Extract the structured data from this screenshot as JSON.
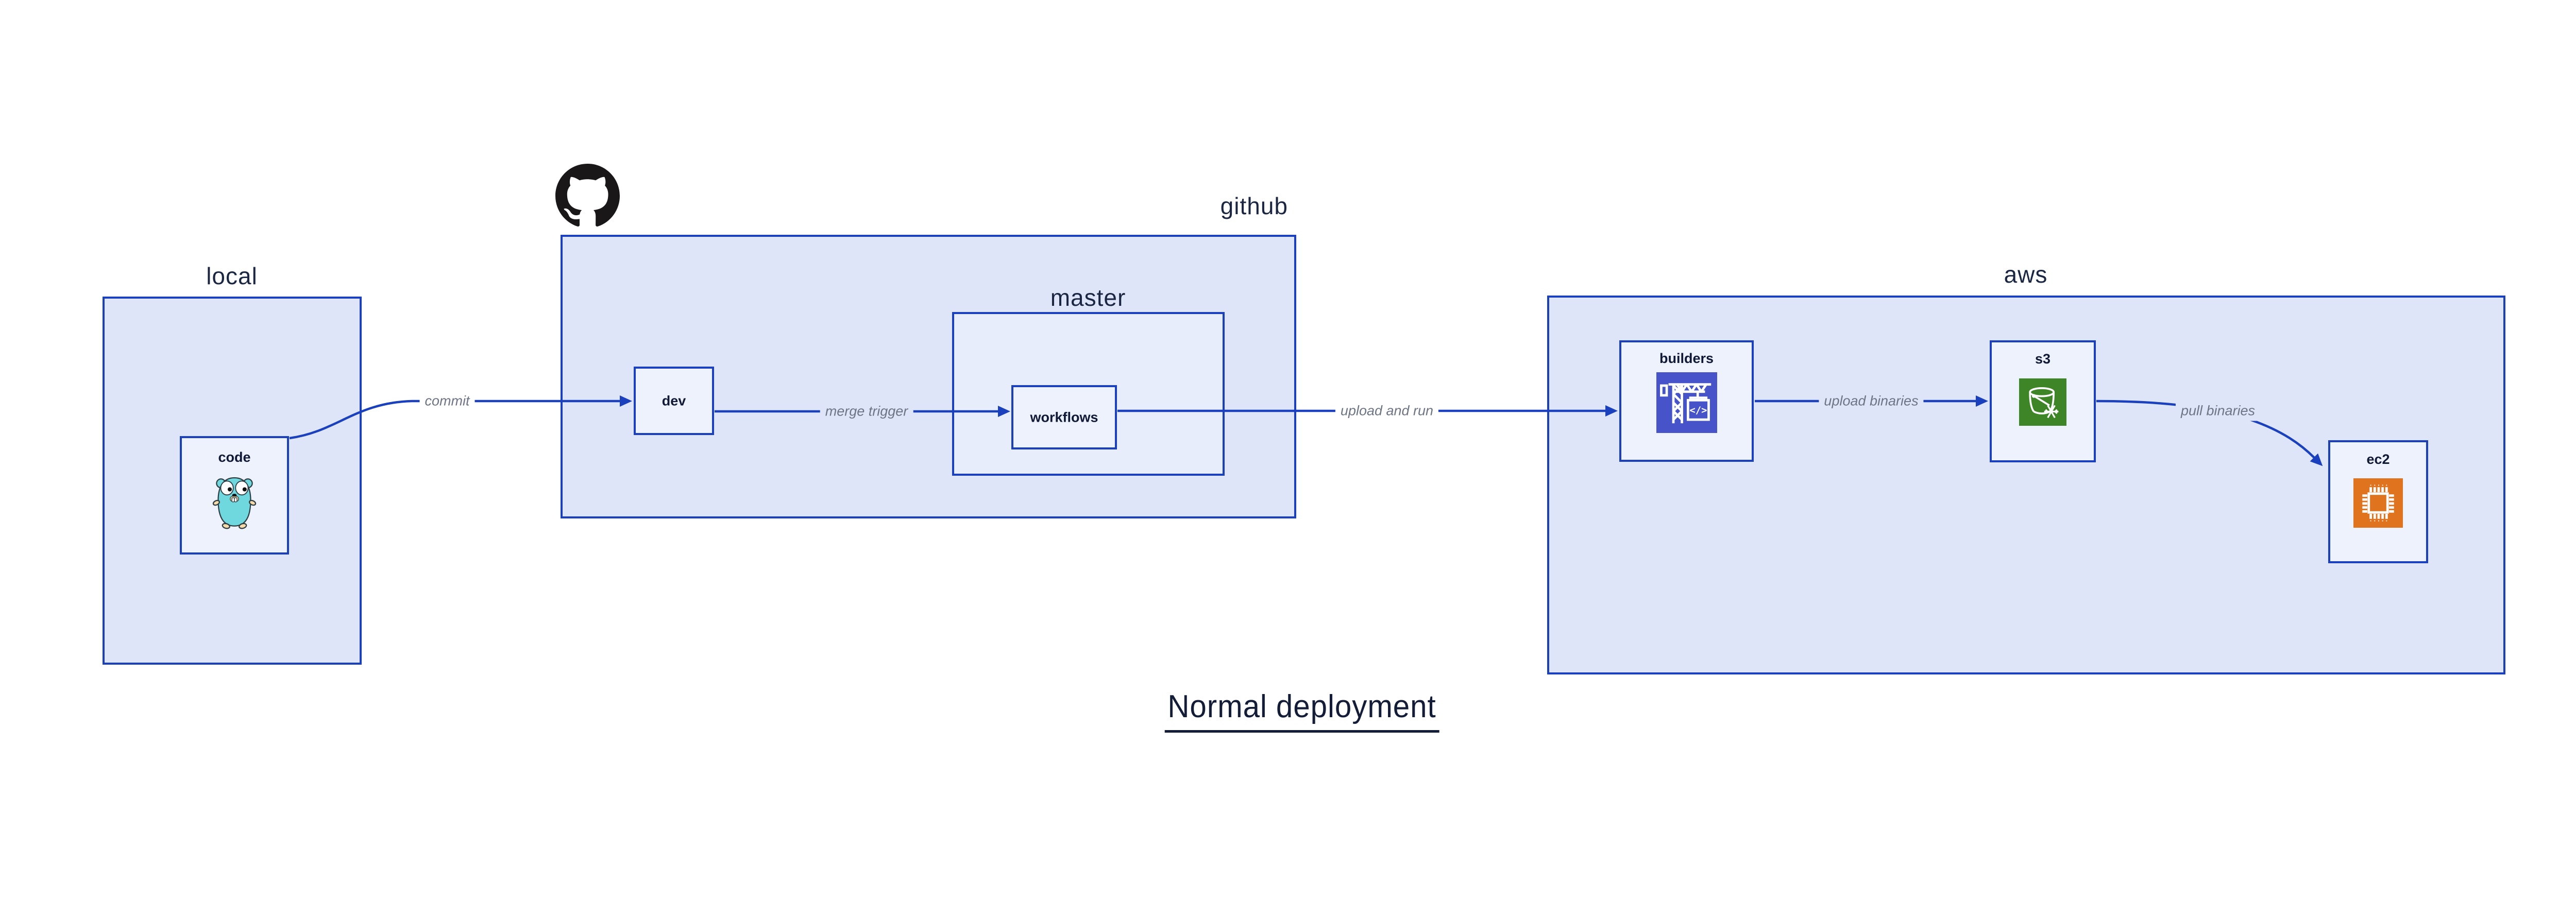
{
  "title": {
    "text": "Normal deployment"
  },
  "groups": {
    "local": {
      "label": "local"
    },
    "github": {
      "label": "github"
    },
    "master": {
      "label": "master"
    },
    "aws": {
      "label": "aws"
    }
  },
  "nodes": {
    "code": {
      "label": "code"
    },
    "dev": {
      "label": "dev"
    },
    "workflows": {
      "label": "workflows"
    },
    "builders": {
      "label": "builders"
    },
    "s3": {
      "label": "s3"
    },
    "ec2": {
      "label": "ec2"
    }
  },
  "edges": [
    {
      "from": "code",
      "to": "dev",
      "label": "commit"
    },
    {
      "from": "dev",
      "to": "workflows",
      "label": "merge trigger"
    },
    {
      "from": "workflows",
      "to": "builders",
      "label": "upload and run"
    },
    {
      "from": "builders",
      "to": "s3",
      "label": "upload binaries"
    },
    {
      "from": "s3",
      "to": "ec2",
      "label": "pull binaries"
    }
  ],
  "icons": {
    "github_logo": "github-octocat-icon",
    "code": "go-gopher-icon",
    "builders": "codebuild-crane-icon",
    "s3": "s3-glacier-bucket-icon",
    "ec2": "ec2-chip-icon"
  },
  "colors": {
    "border_and_arrows": "#1a40bd",
    "group_fill": "#dee5f9",
    "master_fill": "#e8edfb",
    "node_fill": "#eef2fc",
    "text_navy": "#141d38",
    "edge_label_gray": "#6d7584",
    "octocat_black": "#191717",
    "gopher_teal": "#6fd8df",
    "codebuild_indigo": "#4754c9",
    "s3_green": "#3e8527",
    "ec2_orange": "#e0731d"
  }
}
